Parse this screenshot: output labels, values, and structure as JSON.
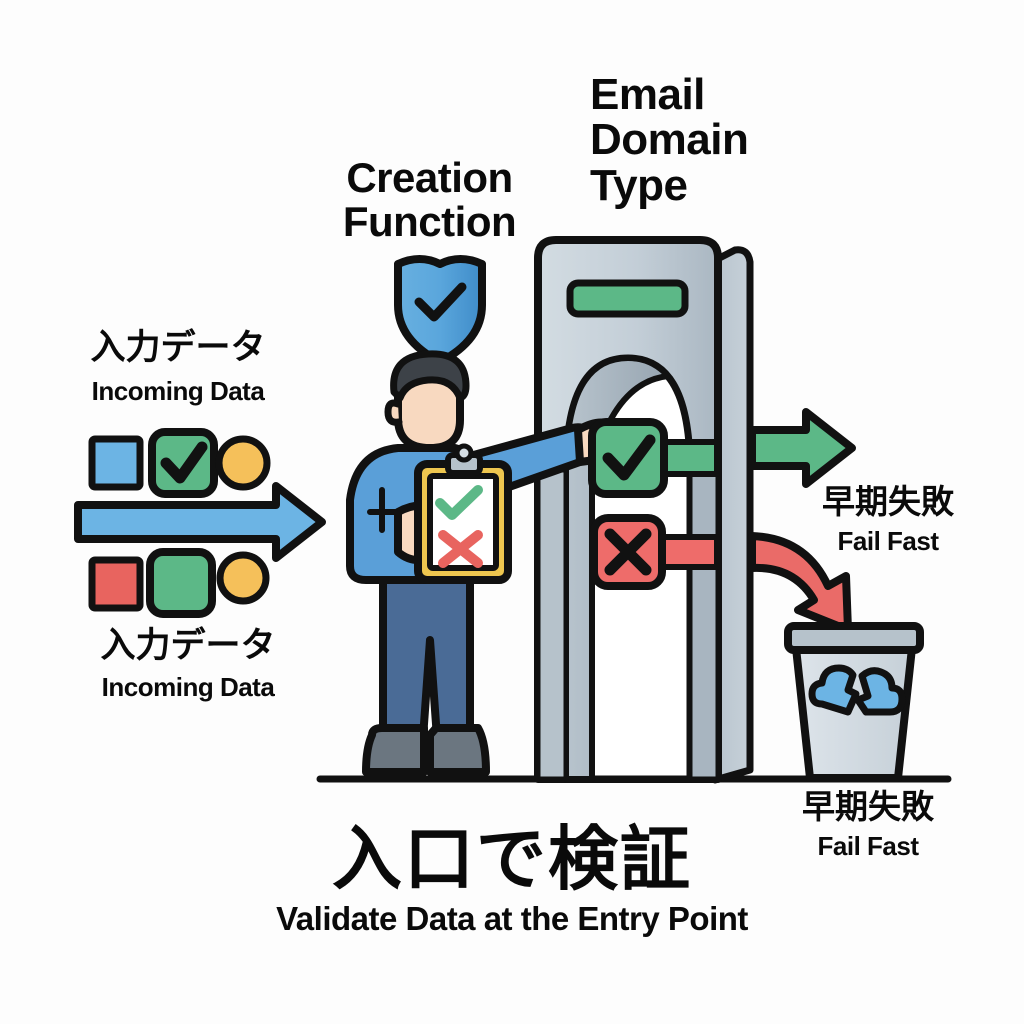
{
  "diagram": {
    "title_jp": "入口で検証",
    "title_en": "Validate Data at the Entry Point",
    "labels": {
      "creation_function": "Creation\nFunction",
      "gate_fields": "Email\nDomain\nType",
      "incoming_data_jp": "入力データ",
      "incoming_data_en": "Incoming Data",
      "fail_fast_jp": "早期失敗",
      "fail_fast_en": "Fail Fast"
    },
    "colors": {
      "outline": "#111111",
      "blue_arrow": "#6cb4e4",
      "green_arrow": "#5cb887",
      "red_arrow": "#ea6b68",
      "green_badge": "#5cb887",
      "red_badge": "#ee6c6a",
      "yellow_dot": "#f5c05a",
      "blue_square": "#6cb4e4",
      "red_square": "#e8645f",
      "shirt_blue": "#5a9fd8",
      "pants_blue": "#4a6b96",
      "shoe_gray": "#6b7680",
      "skin": "#f8d9c0",
      "hair": "#3d4248",
      "gate_light": "#ccd6dd",
      "gate_mid": "#b6c2cb",
      "gate_dark": "#9aa8b3",
      "clipboard_gold": "#eec64f",
      "shield_blue": "#4d9ad6",
      "bin_body": "#d5dde3",
      "cloud_blue": "#6cb4e4",
      "background": "#fdfdfd"
    },
    "icons": {
      "shield_check": "shield-check-icon",
      "clipboard": "clipboard-icon",
      "check_badge": "check-badge-icon",
      "cross_badge": "cross-badge-icon",
      "trash_bin": "trash-bin-icon",
      "broken_cloud": "broken-cloud-icon",
      "arrow_in": "blue-arrow-right-icon",
      "arrow_pass": "green-arrow-right-icon",
      "arrow_reject": "red-curved-arrow-icon",
      "gate_indicator": "green-indicator-bar-icon"
    },
    "incoming_rows": [
      {
        "shapes": [
          "blue-square",
          "green-check-square",
          "yellow-circle"
        ]
      },
      {
        "shapes": [
          "red-square",
          "green-square",
          "yellow-circle"
        ]
      }
    ],
    "gate_badges": [
      {
        "name": "pass-badge",
        "symbol": "check",
        "color": "#5cb887"
      },
      {
        "name": "reject-badge",
        "symbol": "cross",
        "color": "#ee6c6a"
      }
    ],
    "clipboard_marks": [
      "check",
      "cross"
    ]
  }
}
